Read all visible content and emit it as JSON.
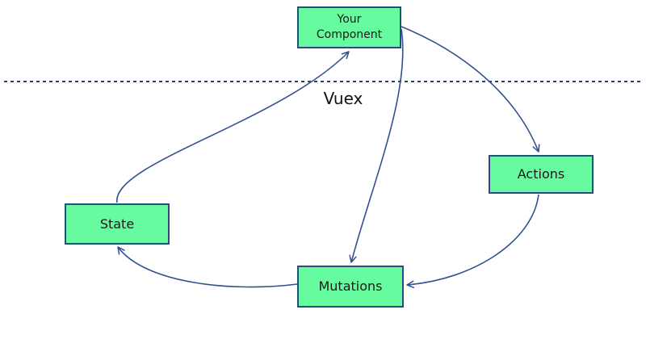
{
  "diagram": {
    "region_label": "Vuex",
    "nodes": [
      {
        "id": "your-component",
        "label": "Your Component"
      },
      {
        "id": "actions",
        "label": "Actions"
      },
      {
        "id": "state",
        "label": "State"
      },
      {
        "id": "mutations",
        "label": "Mutations"
      }
    ],
    "edges": [
      {
        "from": "your-component",
        "to": "actions"
      },
      {
        "from": "actions",
        "to": "mutations"
      },
      {
        "from": "your-component",
        "to": "mutations"
      },
      {
        "from": "mutations",
        "to": "state"
      },
      {
        "from": "state",
        "to": "your-component"
      }
    ],
    "colors": {
      "node_fill": "#66fb9e",
      "node_border": "#2b4a7f",
      "arrow_stroke": "#33518f",
      "boundary_line": "#27406e",
      "label_text": "#1b1b1b"
    }
  }
}
